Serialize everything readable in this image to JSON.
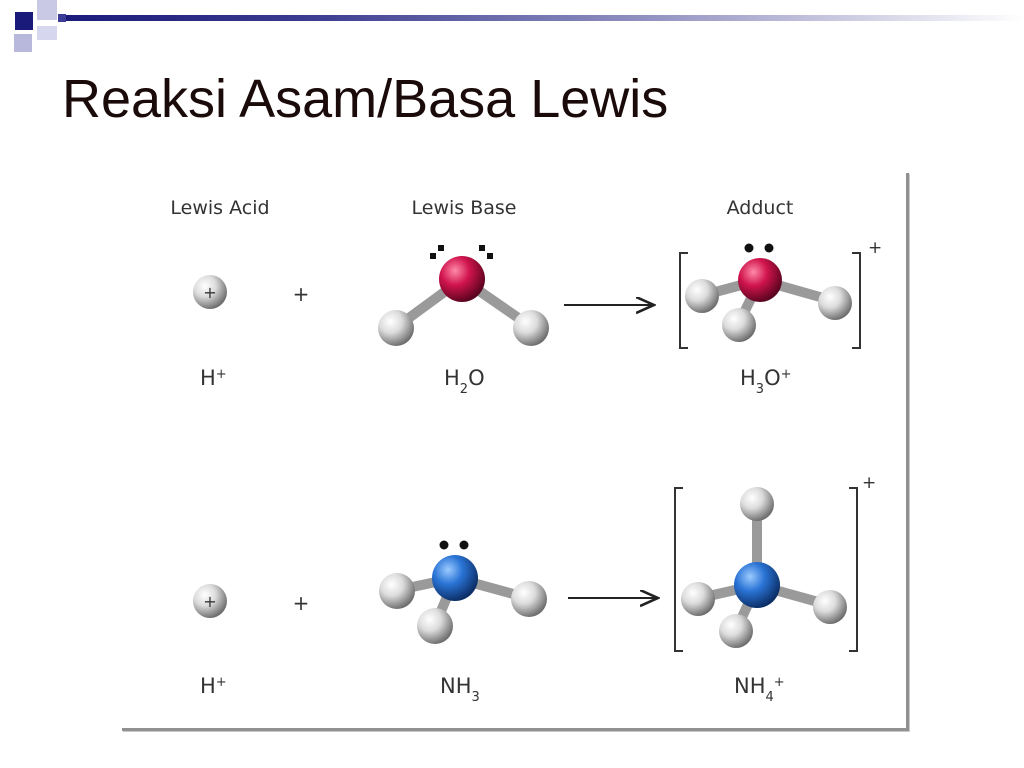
{
  "slide": {
    "title": "Reaksi Asam/Basa Lewis"
  },
  "figure": {
    "column_headers": [
      "Lewis Acid",
      "Lewis Base",
      "Adduct"
    ],
    "rows": [
      {
        "acid": {
          "label_main": "H",
          "label_sub": "",
          "label_sup": "+",
          "ion_symbol": "+"
        },
        "plus_sign": "+",
        "base": {
          "label_main": "H",
          "label_sub": "2",
          "label_tail": "O",
          "central_atom_color": "#c8134a"
        },
        "adduct": {
          "label_main": "H",
          "label_sub": "3",
          "label_tail": "O",
          "label_sup": "+",
          "charge": "+"
        }
      },
      {
        "acid": {
          "label_main": "H",
          "label_sub": "",
          "label_sup": "+",
          "ion_symbol": "+"
        },
        "plus_sign": "+",
        "base": {
          "label_main": "NH",
          "label_sub": "3",
          "label_tail": "",
          "central_atom_color": "#2a74d6"
        },
        "adduct": {
          "label_main": "NH",
          "label_sub": "4",
          "label_tail": "",
          "label_sup": "+",
          "charge": "+"
        }
      }
    ],
    "colors": {
      "hydrogen": "#d8d8d8",
      "oxygen": "#c8134a",
      "nitrogen": "#2a74d6",
      "bond": "#9a9a9a",
      "title_bar": "#1a1a7a"
    }
  }
}
